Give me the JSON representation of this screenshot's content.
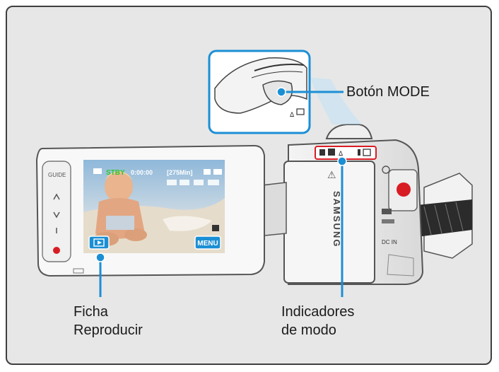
{
  "callouts": {
    "mode_button": "Botón MODE",
    "play_tab_line1": "Ficha",
    "play_tab_line2": "Reproducir",
    "mode_indicators_line1": "Indicadores",
    "mode_indicators_line2": "de modo"
  },
  "screen": {
    "stby": "STBY",
    "counter": "0:00:00",
    "remaining": "[275Min]",
    "menu_button": "MENU"
  },
  "camera": {
    "brand": "SAMSUNG"
  },
  "colors": {
    "accent_blue": "#1b8fd4",
    "frame_border": "#3f3f3f",
    "background": "#e7e7e7",
    "record_red": "#d81c24",
    "stby_green": "#2ec82e"
  }
}
